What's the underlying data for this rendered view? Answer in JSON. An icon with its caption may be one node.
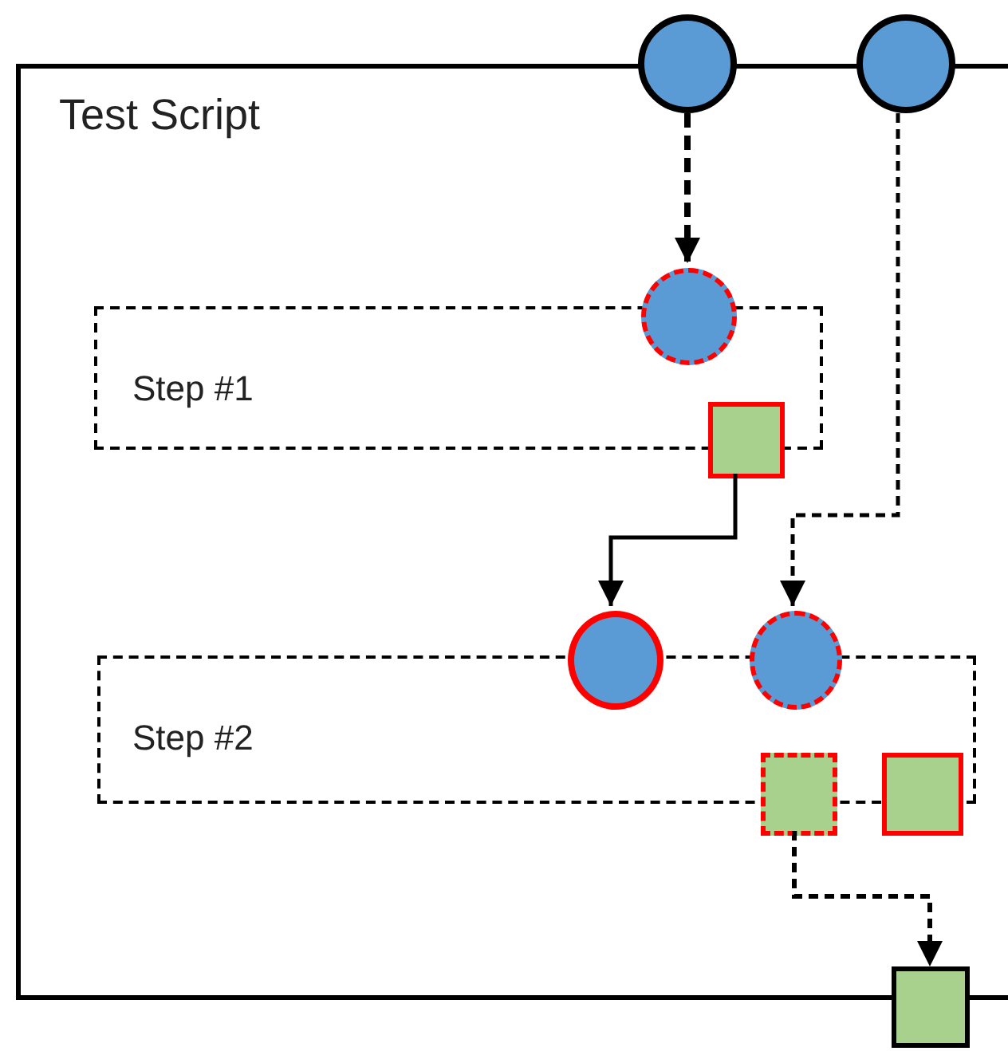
{
  "diagram": {
    "nodes": [
      {
        "text": [
          "Test Script"
        ]
      },
      {
        "text": [
          "Step #1"
        ],
        "in": 0
      },
      {
        "text": [
          "Step #2"
        ],
        "in": 0
      },
      {
        "text": [],
        "shape": "circle"
      },
      {
        "text": [],
        "shape": "circle"
      },
      {
        "text": [],
        "shape": "circle",
        "in": 0
      },
      {
        "text": [],
        "shape": "box",
        "in": 0
      },
      {
        "text": [],
        "shape": "circle",
        "in": 0
      },
      {
        "text": [],
        "shape": "circle",
        "in": 0
      },
      {
        "text": [],
        "shape": "box",
        "in": 0
      },
      {
        "text": [],
        "shape": "box",
        "in": 0
      },
      {
        "text": [],
        "shape": "box"
      }
    ],
    "edges": [
      {
        "from": 3,
        "to": 5,
        "arrow": "to",
        "style": "dashed"
      },
      {
        "from": 4,
        "to": 8,
        "arrow": "to",
        "style": "dashed"
      },
      {
        "from": 6,
        "to": 7,
        "arrow": "to"
      },
      {
        "from": 9,
        "to": 11,
        "arrow": "to",
        "style": "dashed"
      }
    ]
  }
}
